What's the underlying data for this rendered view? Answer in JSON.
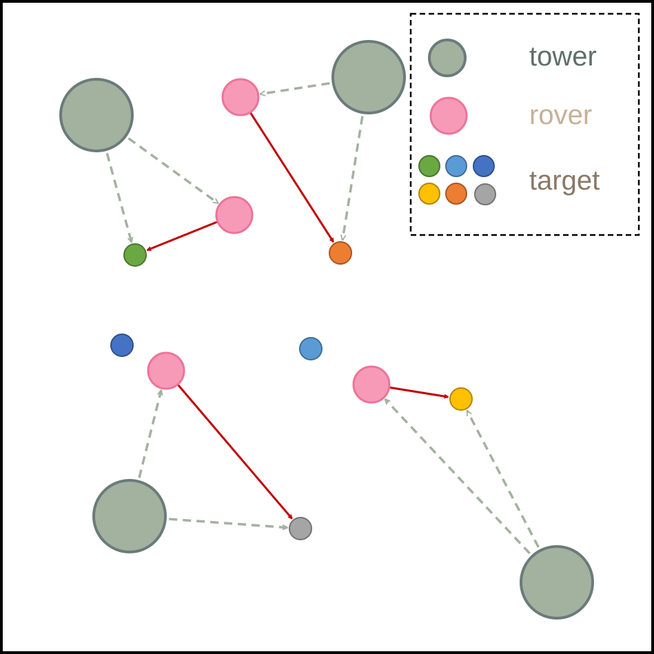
{
  "legend": {
    "tower_label": "tower",
    "rover_label": "rover",
    "target_label": "target",
    "tower_label_color": "#5f6f6a",
    "rover_label_color": "#c8b095",
    "target_label_color": "#8a7866"
  },
  "colors": {
    "tower_fill": "#a2b29f",
    "tower_stroke": "#6b7b7a",
    "rover_fill": "#f79ab8",
    "rover_stroke": "#ee7399",
    "dashed_link": "#a2b29f",
    "solid_link": "#c00000",
    "targets": {
      "green": "#6aa842",
      "light-blue": "#5b9bd5",
      "dark-blue": "#4472c4",
      "yellow": "#ffc000",
      "orange": "#ed7d31",
      "gray": "#a5a5a5"
    }
  },
  "nodes": {
    "towers": [
      "tower-1",
      "tower-2",
      "tower-3",
      "tower-4"
    ],
    "rovers": [
      "rover-1",
      "rover-2",
      "rover-3",
      "rover-4"
    ],
    "targets": [
      "green",
      "orange",
      "dark-blue",
      "light-blue",
      "yellow",
      "gray"
    ]
  },
  "links": [
    {
      "from": "tower-1",
      "to": "green",
      "style": "dashed"
    },
    {
      "from": "tower-1",
      "to": "rover-2",
      "style": "dashed"
    },
    {
      "from": "rover-2",
      "to": "green",
      "style": "solid"
    },
    {
      "from": "tower-2",
      "to": "rover-1",
      "style": "dashed"
    },
    {
      "from": "tower-2",
      "to": "orange",
      "style": "dashed"
    },
    {
      "from": "rover-1",
      "to": "orange",
      "style": "solid"
    },
    {
      "from": "tower-3",
      "to": "rover-3",
      "style": "dashed"
    },
    {
      "from": "tower-3",
      "to": "gray",
      "style": "dashed"
    },
    {
      "from": "rover-3",
      "to": "gray",
      "style": "solid"
    },
    {
      "from": "tower-4",
      "to": "rover-4",
      "style": "dashed"
    },
    {
      "from": "tower-4",
      "to": "yellow",
      "style": "dashed"
    },
    {
      "from": "rover-4",
      "to": "yellow",
      "style": "solid"
    }
  ]
}
